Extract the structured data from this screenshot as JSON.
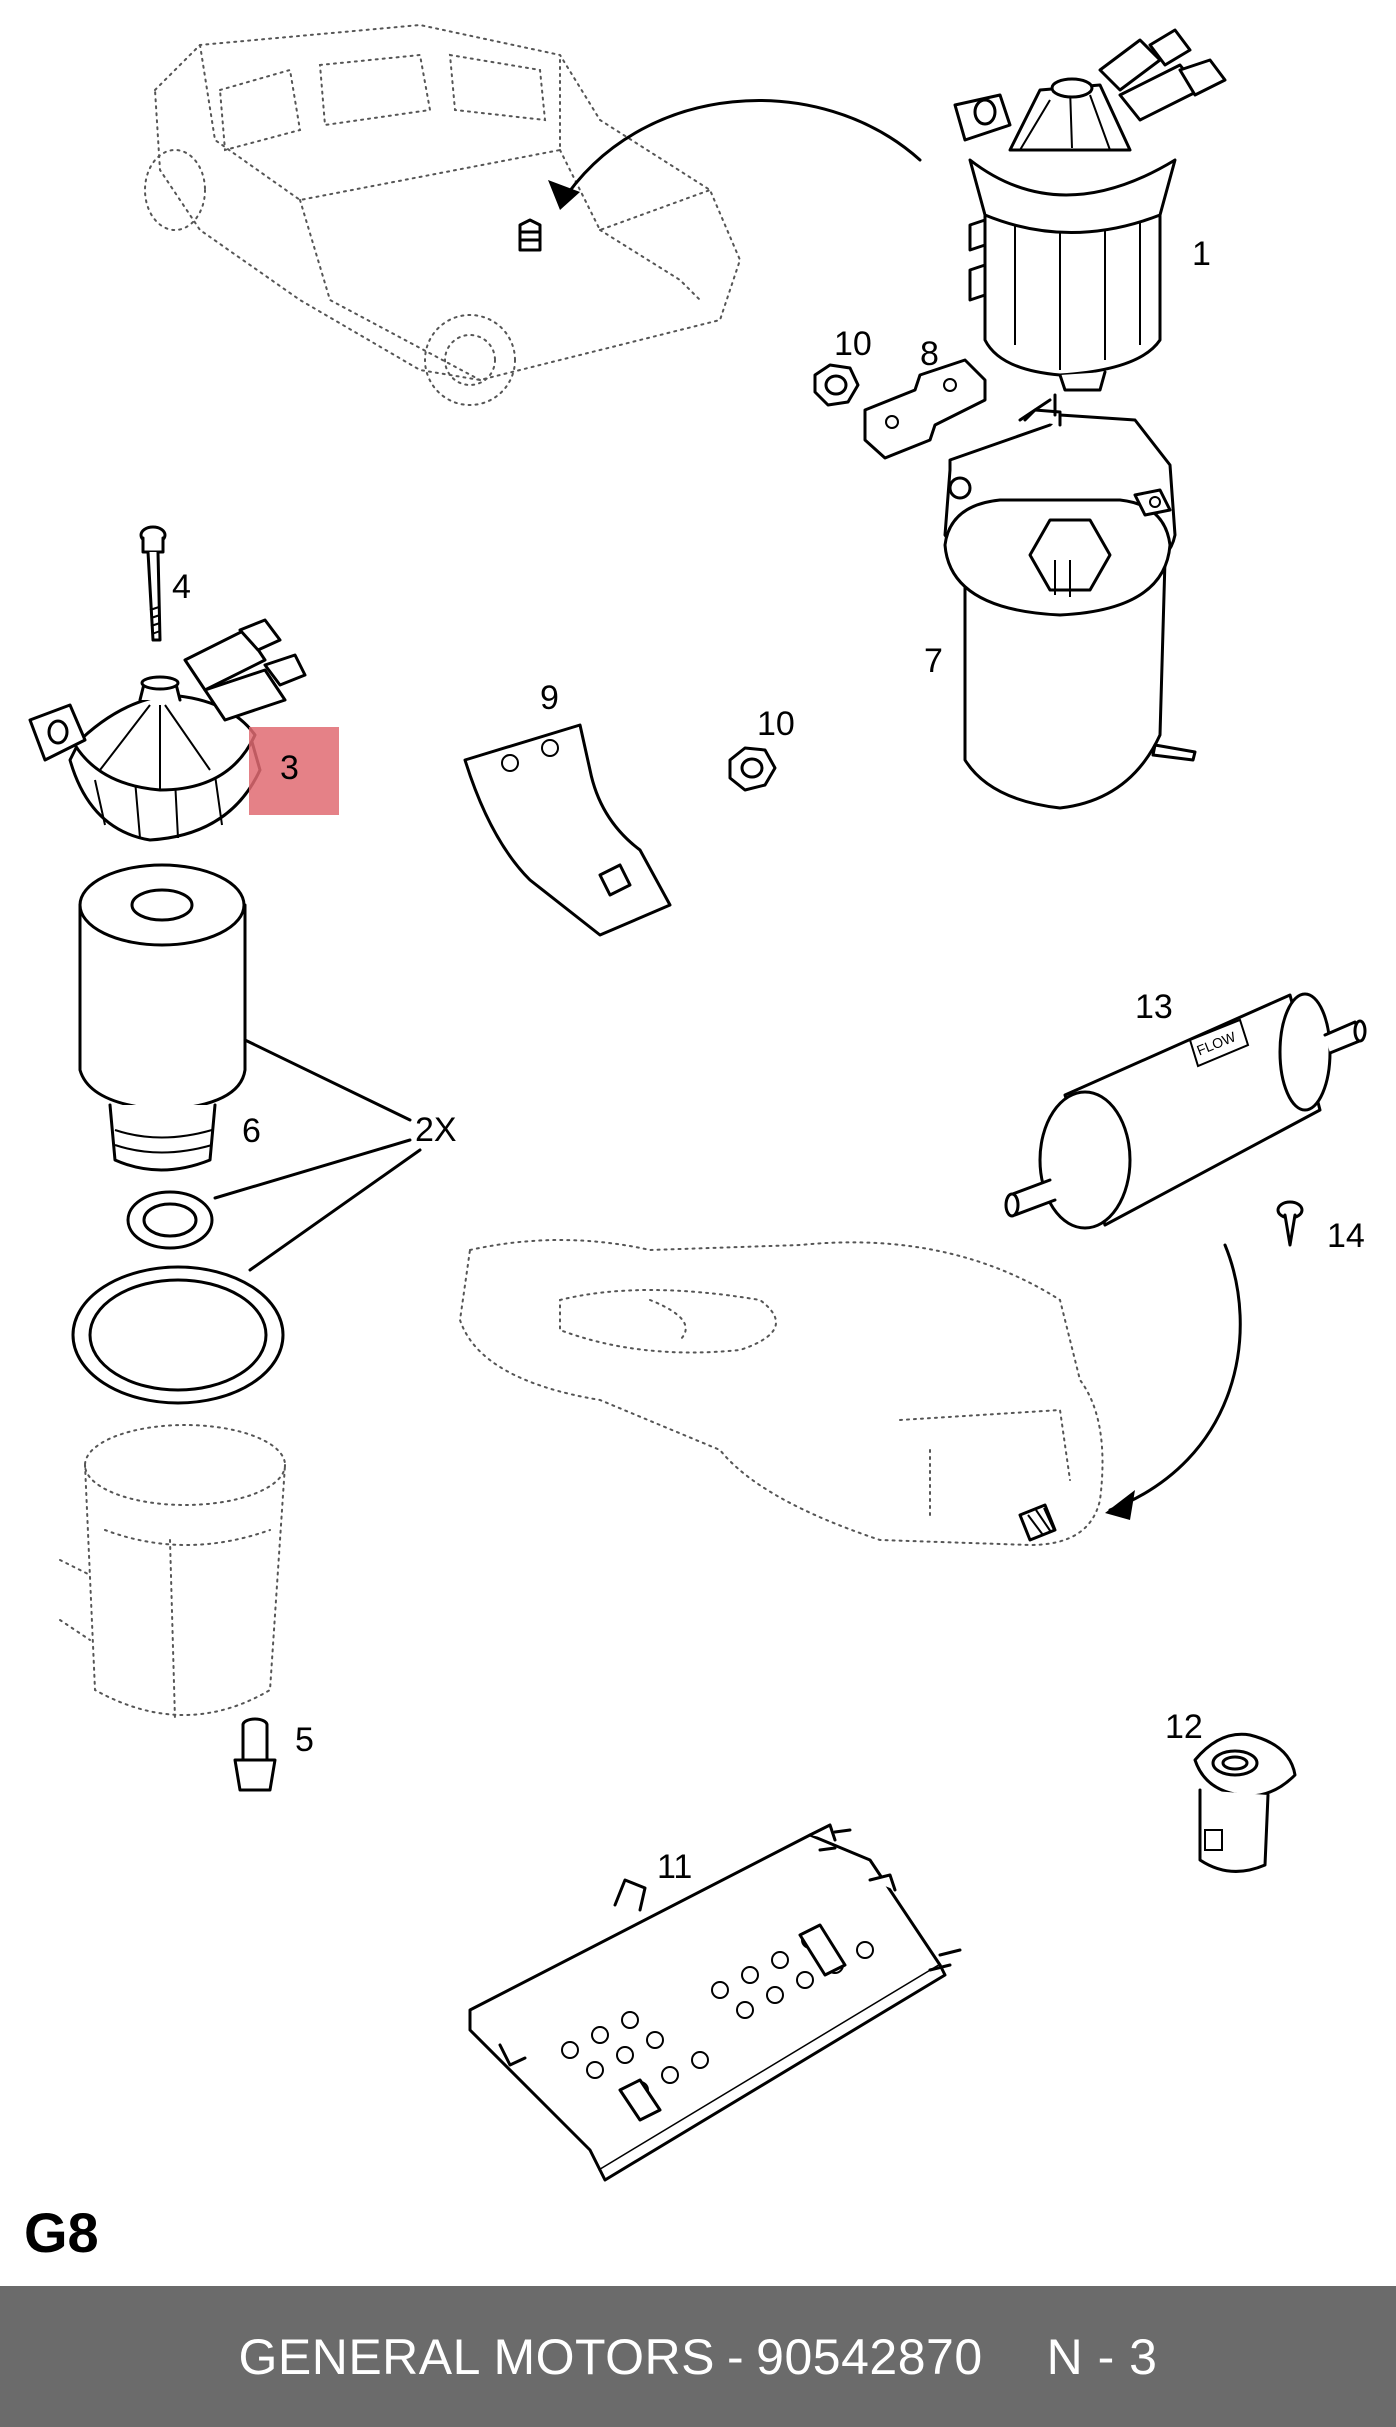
{
  "diagram": {
    "page_code": "G8",
    "labels": {
      "p1": "1",
      "p3": "3",
      "p4": "4",
      "p5": "5",
      "p6": "6",
      "p7": "7",
      "p8": "8",
      "p9": "9",
      "p10a": "10",
      "p10b": "10",
      "p11": "11",
      "p12": "12",
      "p13": "13",
      "p14": "14",
      "qty": "2X"
    },
    "flow_text": "FLOW",
    "highlight_color": "#e06b72"
  },
  "footer": {
    "brand": "GENERAL MOTORS",
    "dash": "-",
    "part_number": "90542870",
    "position": "N - 3"
  }
}
